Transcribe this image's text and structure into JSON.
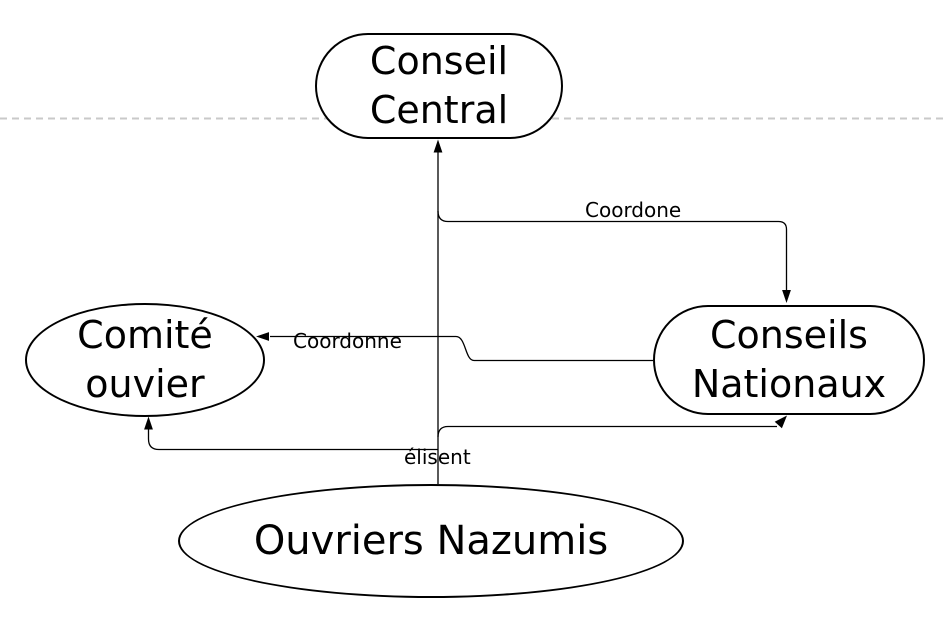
{
  "canvas": {
    "background_color": "#ffffff",
    "stroke_color": "#000000",
    "page_divider_color": "#c9c9c9"
  },
  "nodes": {
    "conseil_central": {
      "line1": "Conseil",
      "line2": "Central",
      "shape": "stadium"
    },
    "comite_ouvier": {
      "line1": "Comité",
      "line2": "ouvier",
      "shape": "ellipse"
    },
    "conseils_nationaux": {
      "line1": "Conseils",
      "line2": "Nationaux",
      "shape": "stadium"
    },
    "ouvriers_nazumis": {
      "line1": "Ouvriers Nazumis",
      "shape": "ellipse"
    }
  },
  "edge_labels": {
    "coordone": "Coordone",
    "coordonne": "Coordonne",
    "elisent": "élisent"
  },
  "edges": [
    {
      "from": "ouvriers_nazumis",
      "to": "conseil_central",
      "label": "élisent"
    },
    {
      "from": "conseil_central",
      "to": "conseils_nationaux",
      "label": "Coordone"
    },
    {
      "from": "conseils_nationaux",
      "to": "comite_ouvier",
      "label": "Coordonne"
    },
    {
      "from": "ouvriers_nazumis",
      "to": "comite_ouvier",
      "label": "élisent"
    },
    {
      "from": "ouvriers_nazumis",
      "to": "conseils_nationaux",
      "label": "élisent"
    }
  ]
}
